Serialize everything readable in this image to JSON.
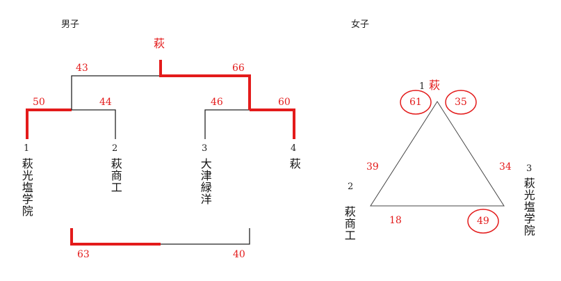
{
  "colors": {
    "highlight": "#e31b1b",
    "line": "#222222",
    "text": "#111111"
  },
  "boys": {
    "title": "男子",
    "champion": "萩",
    "teams": [
      {
        "seed": "1",
        "name": "萩光塩学院"
      },
      {
        "seed": "2",
        "name": "萩商工"
      },
      {
        "seed": "3",
        "name": "大津緑洋"
      },
      {
        "seed": "4",
        "name": "萩"
      }
    ],
    "round1": [
      {
        "left": "50",
        "right": "44"
      },
      {
        "left": "46",
        "right": "60"
      }
    ],
    "final": {
      "left": "43",
      "right": "66"
    },
    "third_place": {
      "left": "63",
      "right": "40"
    }
  },
  "girls": {
    "title": "女子",
    "teams": [
      {
        "seed": "1",
        "name": "萩"
      },
      {
        "seed": "2",
        "name": "萩商工"
      },
      {
        "seed": "3",
        "name": "萩光塩学院"
      }
    ],
    "scores": {
      "t1_vs_t2": "61",
      "t1_vs_t3": "35",
      "t2_vs_t1": "39",
      "t3_vs_t1": "34",
      "t2_vs_t3": "18",
      "t3_vs_t2": "49"
    }
  }
}
